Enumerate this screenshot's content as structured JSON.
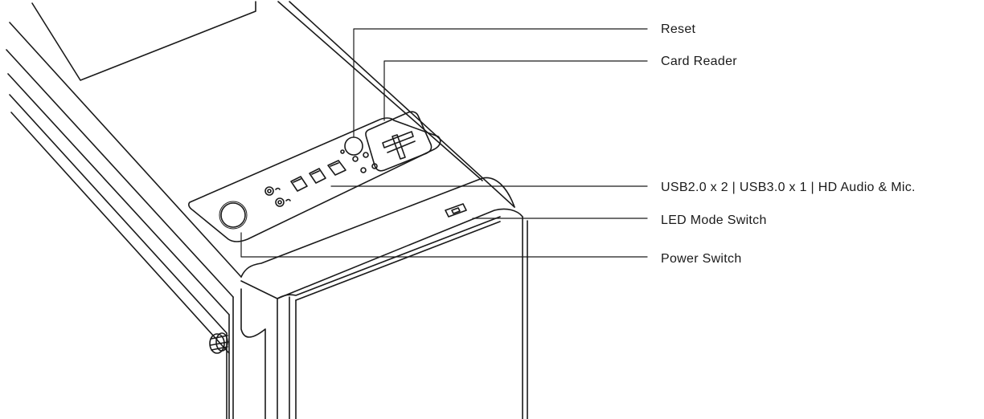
{
  "callouts": {
    "reset": "Reset",
    "card_reader": "Card Reader",
    "usb_audio": "USB2.0 x 2 | USB3.0 x 1 | HD  Audio & Mic.",
    "led_mode_switch": "LED Mode Switch",
    "power_switch": "Power Switch"
  },
  "colors": {
    "line": "#1a1a1a",
    "background": "#ffffff"
  }
}
